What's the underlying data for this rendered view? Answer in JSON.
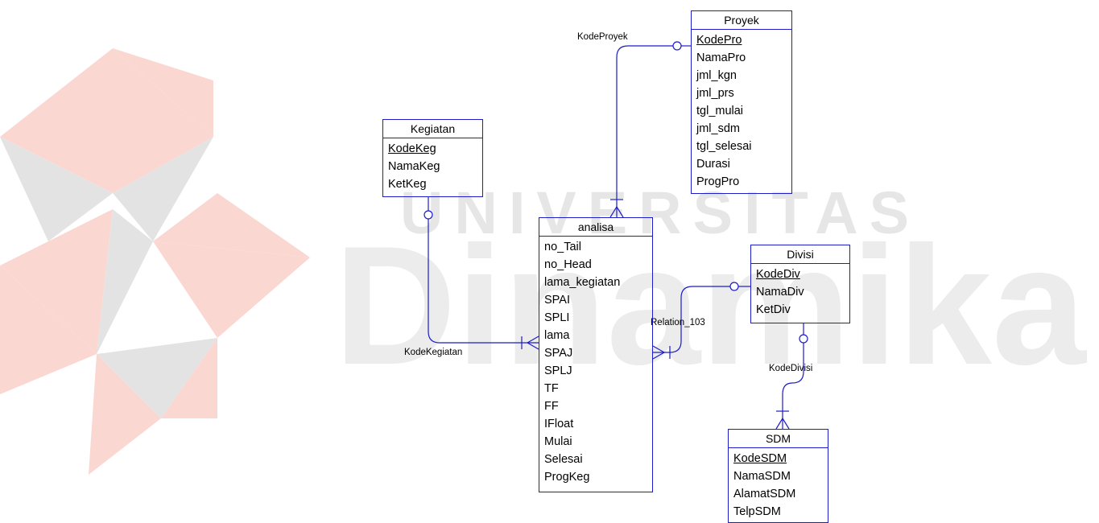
{
  "watermark": {
    "word1": "UNIVERSITAS",
    "word2": "Dinamika",
    "colors": {
      "red": "#e8392c",
      "gray": "#8e8e8e",
      "red_faded": "#fbd7d2",
      "gray_faded": "#e0e0e0"
    }
  },
  "line_color": "#1c1cc9",
  "entities": {
    "proyek": {
      "name": "Proyek",
      "attributes": [
        {
          "label": "KodePro",
          "pk": true
        },
        {
          "label": "NamaPro"
        },
        {
          "label": "jml_kgn"
        },
        {
          "label": "jml_prs"
        },
        {
          "label": "tgl_mulai"
        },
        {
          "label": "jml_sdm"
        },
        {
          "label": "tgl_selesai"
        },
        {
          "label": "Durasi"
        },
        {
          "label": "ProgPro"
        }
      ]
    },
    "kegiatan": {
      "name": "Kegiatan",
      "attributes": [
        {
          "label": "KodeKeg",
          "pk": true
        },
        {
          "label": "NamaKeg"
        },
        {
          "label": "KetKeg"
        }
      ]
    },
    "analisa": {
      "name": "analisa",
      "attributes": [
        {
          "label": "no_Tail"
        },
        {
          "label": "no_Head"
        },
        {
          "label": "lama_kegiatan"
        },
        {
          "label": "SPAI"
        },
        {
          "label": "SPLI"
        },
        {
          "label": "lama"
        },
        {
          "label": "SPAJ"
        },
        {
          "label": "SPLJ"
        },
        {
          "label": "TF"
        },
        {
          "label": "FF"
        },
        {
          "label": "IFloat"
        },
        {
          "label": "Mulai"
        },
        {
          "label": "Selesai"
        },
        {
          "label": "ProgKeg"
        }
      ]
    },
    "divisi": {
      "name": "Divisi",
      "attributes": [
        {
          "label": "KodeDiv",
          "pk": true
        },
        {
          "label": "NamaDiv"
        },
        {
          "label": "KetDiv"
        }
      ]
    },
    "sdm": {
      "name": "SDM",
      "attributes": [
        {
          "label": "KodeSDM",
          "pk": true
        },
        {
          "label": "NamaSDM"
        },
        {
          "label": "AlamatSDM"
        },
        {
          "label": "TelpSDM"
        }
      ]
    }
  },
  "relations": {
    "kode_proyek": "KodeProyek",
    "kode_kegiatan": "KodeKegiatan",
    "relation_103": "Relation_103",
    "kode_divisi": "KodeDivisi"
  }
}
